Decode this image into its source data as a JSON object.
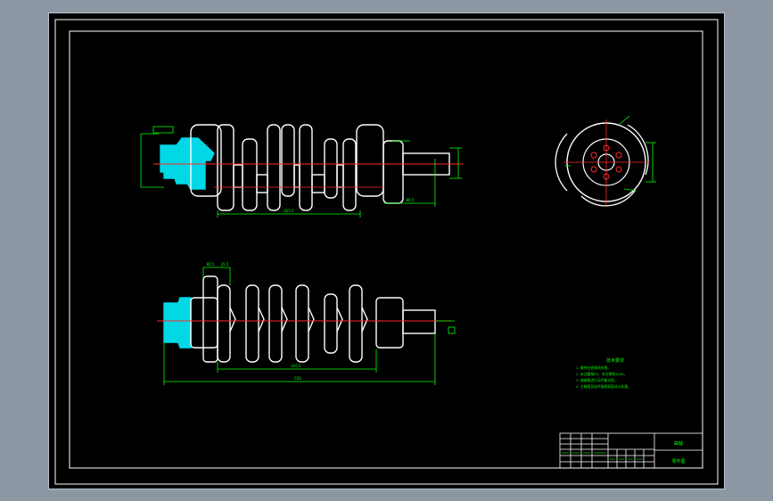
{
  "drawing": {
    "colors": {
      "background": "#000000",
      "outline": "#ffffff",
      "dimension": "#00ff00",
      "centerline": "#ff2a2a",
      "hatch": "#00e5ee",
      "border": "#ffffff",
      "canvas_bg": "#8d97a4"
    },
    "technical_requirements": {
      "title": "技术要求",
      "items": [
        "1. 锻件应经调质处理。",
        "2. 未注圆角R3，未注倒角1x45。",
        "3. 曲轴需进行动平衡试验。",
        "4. 主轴颈及连杆轴颈表面淬火处理。"
      ]
    },
    "title_block": {
      "part_name": "曲轴",
      "drawing_no": "零件图"
    },
    "dimensions": {
      "front_overall": "425.5",
      "front_end": "86.5",
      "bottom_span": "420.5",
      "bottom_overall": "556",
      "bottom_top_a": "80.5",
      "bottom_top_b": "35.5"
    }
  }
}
